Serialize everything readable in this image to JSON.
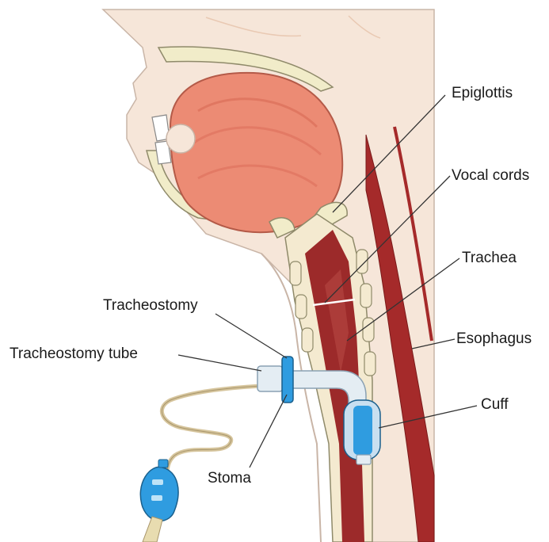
{
  "labels": {
    "epiglottis": "Epiglottis",
    "vocal_cords": "Vocal cords",
    "trachea": "Trachea",
    "esophagus": "Esophagus",
    "cuff": "Cuff",
    "tracheostomy": "Tracheostomy",
    "tracheostomy_tube": "Tracheostomy tube",
    "stoma": "Stoma"
  },
  "colors": {
    "skin": "#f6e6d9",
    "skin_outline": "#c9b5a7",
    "tongue": "#ec8b74",
    "tongue_dark": "#d96a55",
    "bone": "#f1ecc9",
    "airway_red": "#9c2a2a",
    "esophagus_red": "#a52a2a",
    "tube_white": "#e4edf3",
    "tube_blue": "#2f9ce0",
    "pilot_line": "#d6c59d",
    "leader": "#333333"
  }
}
